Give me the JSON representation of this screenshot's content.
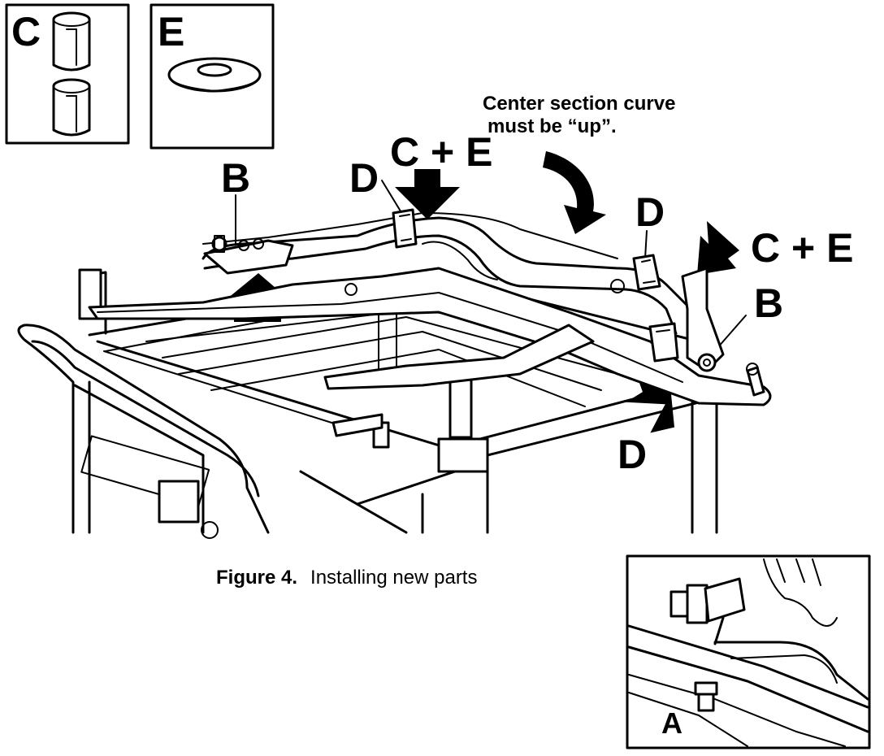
{
  "labels": {
    "box_c": "C",
    "box_e": "E",
    "b_left": "B",
    "b_right": "B",
    "d_top": "D",
    "d_right": "D",
    "d_bottom": "D",
    "ce_top": "C + E",
    "ce_right": "C + E",
    "inset_a": "A"
  },
  "note": {
    "line1": "Center section curve",
    "line2": "must be “up”."
  },
  "caption": {
    "figure": "Figure 4.",
    "text": "Installing new parts"
  }
}
